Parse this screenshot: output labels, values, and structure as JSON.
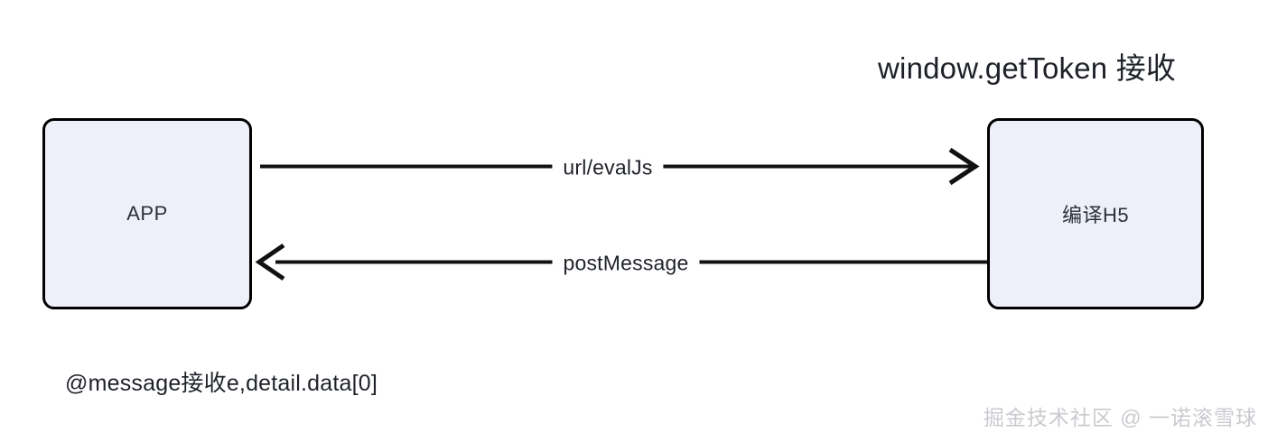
{
  "diagram": {
    "title": "window.getToken 接收",
    "nodes": [
      {
        "id": "app",
        "label": "APP"
      },
      {
        "id": "h5",
        "label": "编译H5"
      }
    ],
    "edges": [
      {
        "id": "url-evaljs",
        "label": "url/evalJs",
        "direction": "app-to-h5"
      },
      {
        "id": "postmessage",
        "label": "postMessage",
        "direction": "h5-to-app"
      }
    ],
    "footnote": "@message接收e,detail.data[0]",
    "watermark": "掘金技术社区 @ 一诺滚雪球",
    "colors": {
      "node_fill": "#edf0f9",
      "node_stroke": "#000000",
      "text": "#1e2228",
      "watermark": "#c9cbcf",
      "background": "#ffffff"
    }
  }
}
